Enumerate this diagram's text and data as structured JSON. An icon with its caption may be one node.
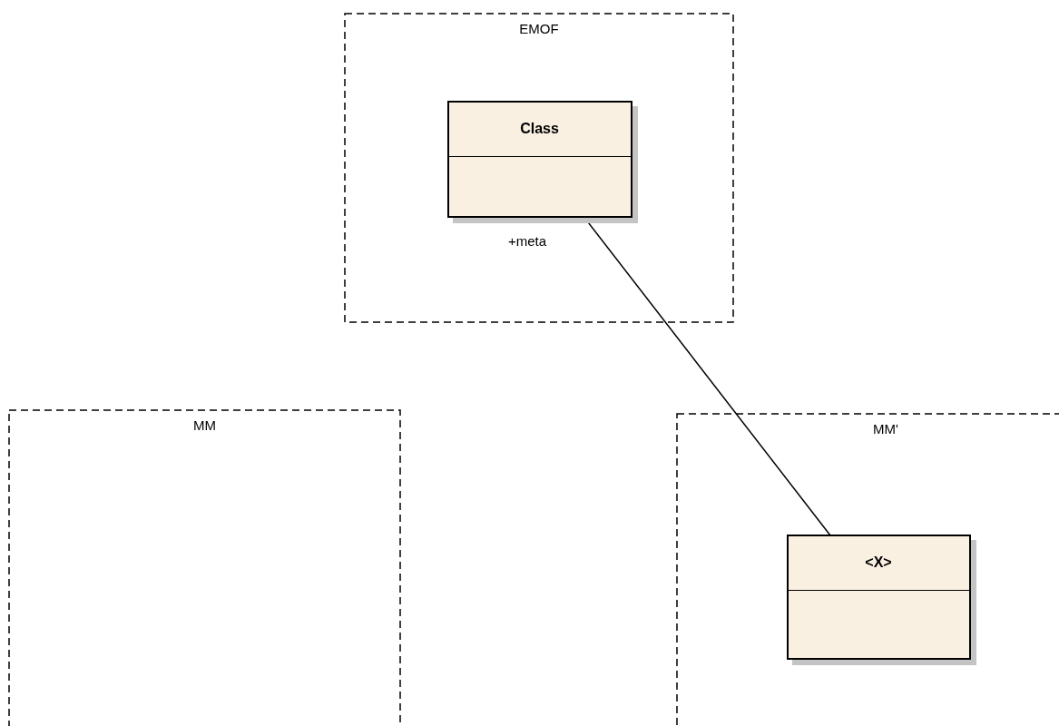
{
  "diagram": {
    "nodes": [
      {
        "text": [
          "EMOF"
        ]
      },
      {
        "text": [
          "Class"
        ],
        "in": 0
      },
      {
        "text": [
          "MM"
        ]
      },
      {
        "text": [
          "MM'"
        ]
      },
      {
        "text": [
          "<X>"
        ],
        "in": 3
      }
    ],
    "edges": [
      {
        "from": 1,
        "to": 4,
        "arrow": "none",
        "label": "+meta"
      }
    ]
  }
}
